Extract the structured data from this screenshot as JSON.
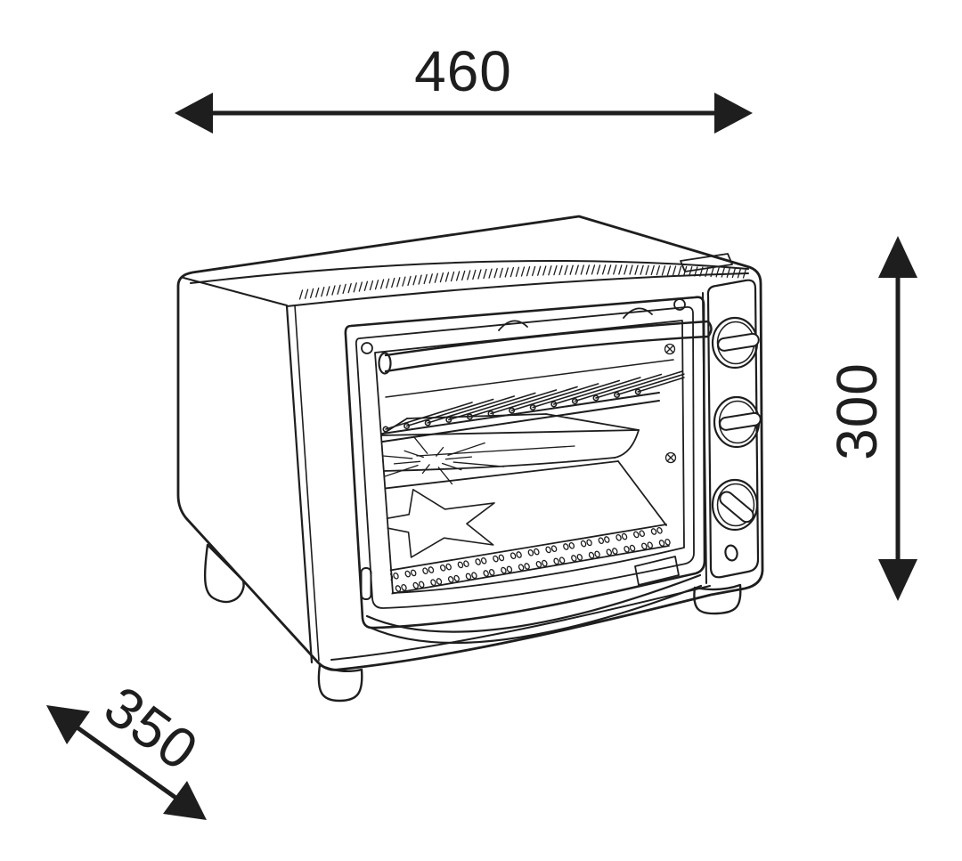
{
  "drawing": {
    "subject": "countertop toaster oven technical line drawing",
    "view": "three-quarter perspective",
    "ink_color": "#1e1e1e",
    "paper_color": "#ffffff"
  },
  "dimensions": {
    "width": {
      "label": "460",
      "orientation": "horizontal",
      "position": "top"
    },
    "height": {
      "label": "300",
      "orientation": "vertical",
      "position": "right"
    },
    "depth": {
      "label": "350",
      "orientation": "diagonal",
      "position": "bottom-left"
    }
  }
}
